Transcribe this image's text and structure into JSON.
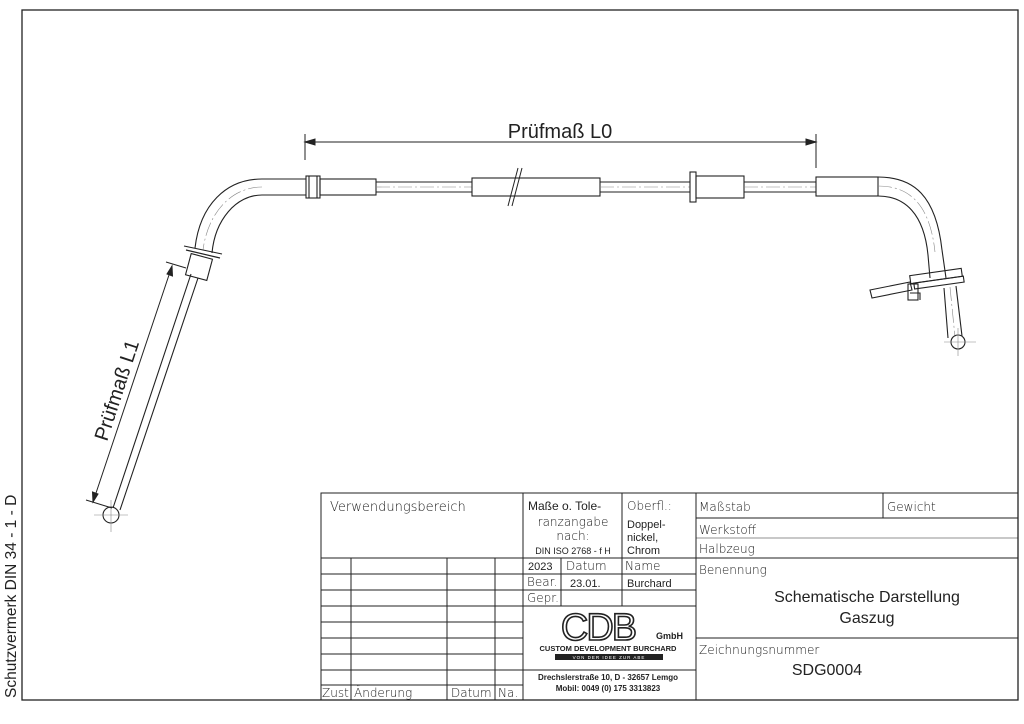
{
  "side_note": "Schutzvermerk DIN 34 - 1 - D",
  "dimensions": {
    "l0": "Prüfmaß L0",
    "l1": "Prüfmaß L1"
  },
  "title_block": {
    "usage_label": "Verwendungsbereich",
    "revision_headers": [
      "Zust",
      "Änderung",
      "Datum",
      "Na."
    ],
    "tolerance": {
      "line1": "Maße o. Tole-",
      "line2": "ranzangabe",
      "line3": "nach:",
      "standard": "DIN ISO 2768 - f H"
    },
    "surface": {
      "label": "Oberfl.:",
      "line1": "Doppel-",
      "line2": "nickel,",
      "line3": "Chrom"
    },
    "year": "2023",
    "date_header": "Datum",
    "name_header": "Name",
    "bear_label": "Bear.",
    "bear_date": "23.01.",
    "bear_name": "Burchard",
    "gepr_label": "Gepr.",
    "scale_label": "Maßstab",
    "weight_label": "Gewicht",
    "material_label": "Werkstoff",
    "semi_label": "Halbzeug",
    "designation_label": "Benennung",
    "title_line1": "Schematische Darstellung",
    "title_line2": "Gaszug",
    "drawing_no_label": "Zeichnungsnummer",
    "drawing_no": "SDG0004"
  },
  "company": {
    "logo_letters": "CDB",
    "gmbh": "GmbH",
    "name": "CUSTOM DEVELOPMENT BURCHARD",
    "tagline": "VON DER IDEE ZUR ABE",
    "address": "Drechslerstraße 10, D - 32657 Lemgo",
    "mobile": "Mobil: 0049 (0) 175 3313823"
  }
}
